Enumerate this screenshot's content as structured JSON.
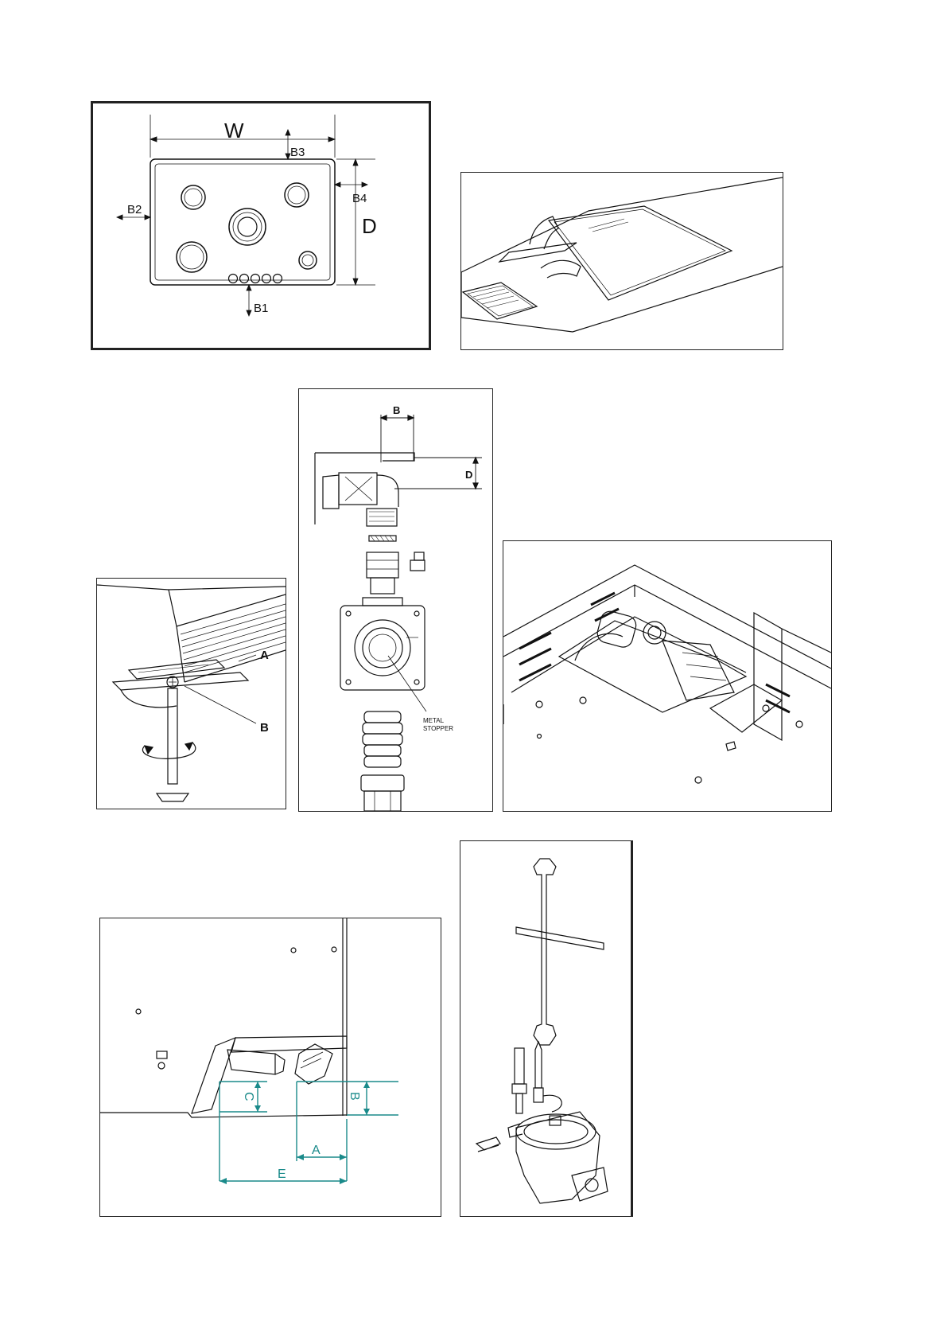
{
  "hob_dimensions": {
    "width_label": "W",
    "depth_label": "D",
    "clearances": [
      "B1",
      "B2",
      "B3",
      "B4"
    ]
  },
  "fixing_bracket": {
    "labels": [
      "A",
      "B"
    ]
  },
  "gas_connection": {
    "labels": [
      "B",
      "D"
    ],
    "note": "METAL\nSTOPPER",
    "note_line1": "METAL",
    "note_line2": "STOPPER"
  },
  "inlet_position": {
    "labels": [
      "C",
      "B",
      "A",
      "E"
    ]
  },
  "colors": {
    "ink": "#111111",
    "dimension_teal": "#1a8a8a"
  }
}
